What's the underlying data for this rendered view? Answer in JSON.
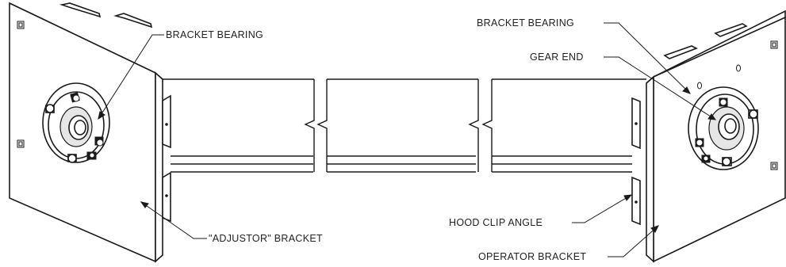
{
  "labels": {
    "bracket_bearing_left": "BRACKET BEARING",
    "bracket_bearing_right": "BRACKET BEARING",
    "gear_end": "GEAR END",
    "hood_clip_angle": "HOOD CLIP ANGLE",
    "adjustor_bracket": "\"ADJUSTOR\" BRACKET",
    "operator_bracket": "OPERATOR BRACKET"
  }
}
